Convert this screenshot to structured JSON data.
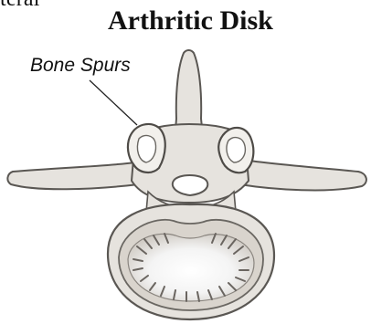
{
  "header": {
    "clipped_text": "teral"
  },
  "diagram": {
    "title": "Arthritic Disk",
    "labels": {
      "bone_spurs": "Bone Spurs"
    }
  },
  "colors": {
    "bone_fill": "#e6e3de",
    "bone_stroke": "#5a5753",
    "disc_fill": "#ffffff",
    "ink": "#111111"
  }
}
